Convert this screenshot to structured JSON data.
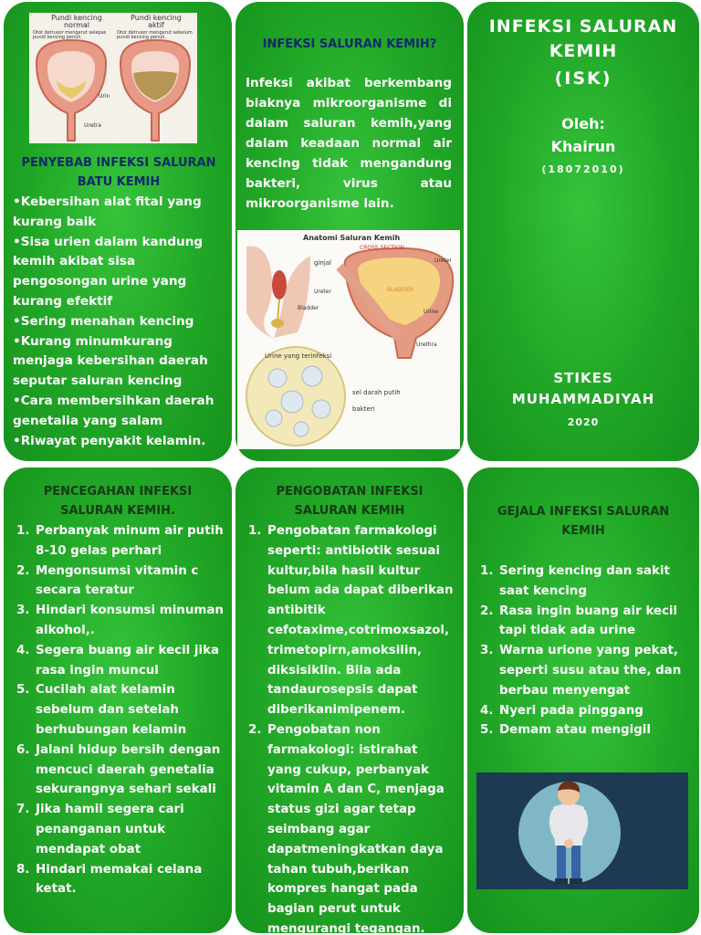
{
  "panel1": {
    "image": {
      "label_normal": "Pundi kencing normal",
      "label_active": "Pundi kencing aktif",
      "caption_normal": "Otot detrusor mengerut selepas pundi kencing penuh.",
      "caption_active": "Otot detrusor mengerut sebelum pundi kencing penuh.",
      "urin": "Urin",
      "uretra": "Uretra"
    },
    "title": "PENYEBAB INFEKSI SALURAN BATU KEMIH",
    "items": [
      "•Kebersihan alat fital yang kurang baik",
      "•Sisa urien dalam kandung kemih akibat sisa pengosongan urine yang kurang efektif",
      "•Sering menahan kencing",
      "•Kurang minumkurang menjaga kebersihan daerah seputar saluran kencing",
      "•Cara membersihkan daerah genetalia yang salam",
      "•Riwayat  penyakit kelamin."
    ]
  },
  "panel2": {
    "title": "INFEKSI  SALURAN KEMIH?",
    "body": "Infeksi akibat berkembang biaknya mikroorganisme di dalam saluran kemih,yang dalam keadaan normal air kencing tidak mengandung bakteri, virus atau mikroorganisme lain.",
    "image": {
      "title": "Anatomi Saluran Kemih",
      "cross_section": "CROSS SECTION",
      "ginjal": "ginjal",
      "ureter_left": "Ureter",
      "bladder_left": "Bladder",
      "ureter_right": "Ureter",
      "bladder": "BLADDER",
      "urine": "Urine",
      "urethra": "Urethra",
      "infected": "Urine yang terinfeksi",
      "sel_darah": "sel darah putih",
      "bakteri": "bakteri"
    }
  },
  "panel3": {
    "title_line1": "INFEKSI SALURAN",
    "title_line2": "KEMIH",
    "title_line3": "(ISK)",
    "by": "Oleh:",
    "author": "Khairun",
    "student_id": "(18072010)",
    "institution_line1": "STIKES",
    "institution_line2": "MUHAMMADIYAH",
    "year": "2020"
  },
  "panel4": {
    "title": "PENCEGAHAN INFEKSI SALURAN KEMIH.",
    "items": [
      {
        "n": "1.",
        "text": "Perbanyak minum air putih 8-10 gelas perhari"
      },
      {
        "n": "2.",
        "text": "Mengonsumsi vitamin c secara teratur"
      },
      {
        "n": "3.",
        "text": "Hindari konsumsi minuman alkohol,."
      },
      {
        "n": "4.",
        "text": "Segera buang air kecil jika rasa ingin muncul"
      },
      {
        "n": "5.",
        "text": "Cucilah alat kelamin sebelum dan setelah berhubungan kelamin"
      },
      {
        "n": "6.",
        "text": "Jalani hidup  bersih dengan mencuci daerah genetalia sekurangnya sehari sekali"
      },
      {
        "n": "7.",
        "text": "Jika hamil segera cari penanganan untuk mendapat obat"
      },
      {
        "n": "8.",
        "text": "Hindari memakai celana ketat."
      }
    ]
  },
  "panel5": {
    "title": "PENGOBATAN INFEKSI SALURAN KEMIH",
    "items": [
      {
        "n": "1.",
        "text": "Pengobatan farmakologi seperti: antibiotik sesuai kultur,bila hasil kultur belum ada dapat diberikan antibitik cefotaxime,cotrimoxsazol, trimetopirn,amoksilin, diksisiklin. Bila ada tandaurosepsis dapat diberikanimipenem."
      },
      {
        "n": "2.",
        "text": "Pengobatan non farmakologi: istirahat yang cukup, perbanyak vitamin A dan C, menjaga status gizi agar tetap seimbang agar dapatmeningkatkan daya tahan tubuh,berikan kompres hangat pada bagian perut untuk mengurangi tegangan."
      }
    ]
  },
  "panel6": {
    "title": "GEJALA INFEKSI  SALURAN KEMIH",
    "items": [
      {
        "n": "1.",
        "text": "Sering kencing dan sakit saat kencing"
      },
      {
        "n": "2.",
        "text": "Rasa ingin buang air kecil tapi tidak ada  urine"
      },
      {
        "n": "3.",
        "text": "Warna urione yang pekat, seperti susu atau the, dan berbau menyengat"
      },
      {
        "n": "4.",
        "text": "Nyeri pada pinggang"
      },
      {
        "n": "5.",
        "text": "Demam atau mengigil"
      }
    ]
  },
  "colors": {
    "panel_green": "#22a928",
    "heading_navy": "#0c2a6b",
    "heading_dark": "#133a14",
    "illustration_bg": "#1e3a52"
  }
}
